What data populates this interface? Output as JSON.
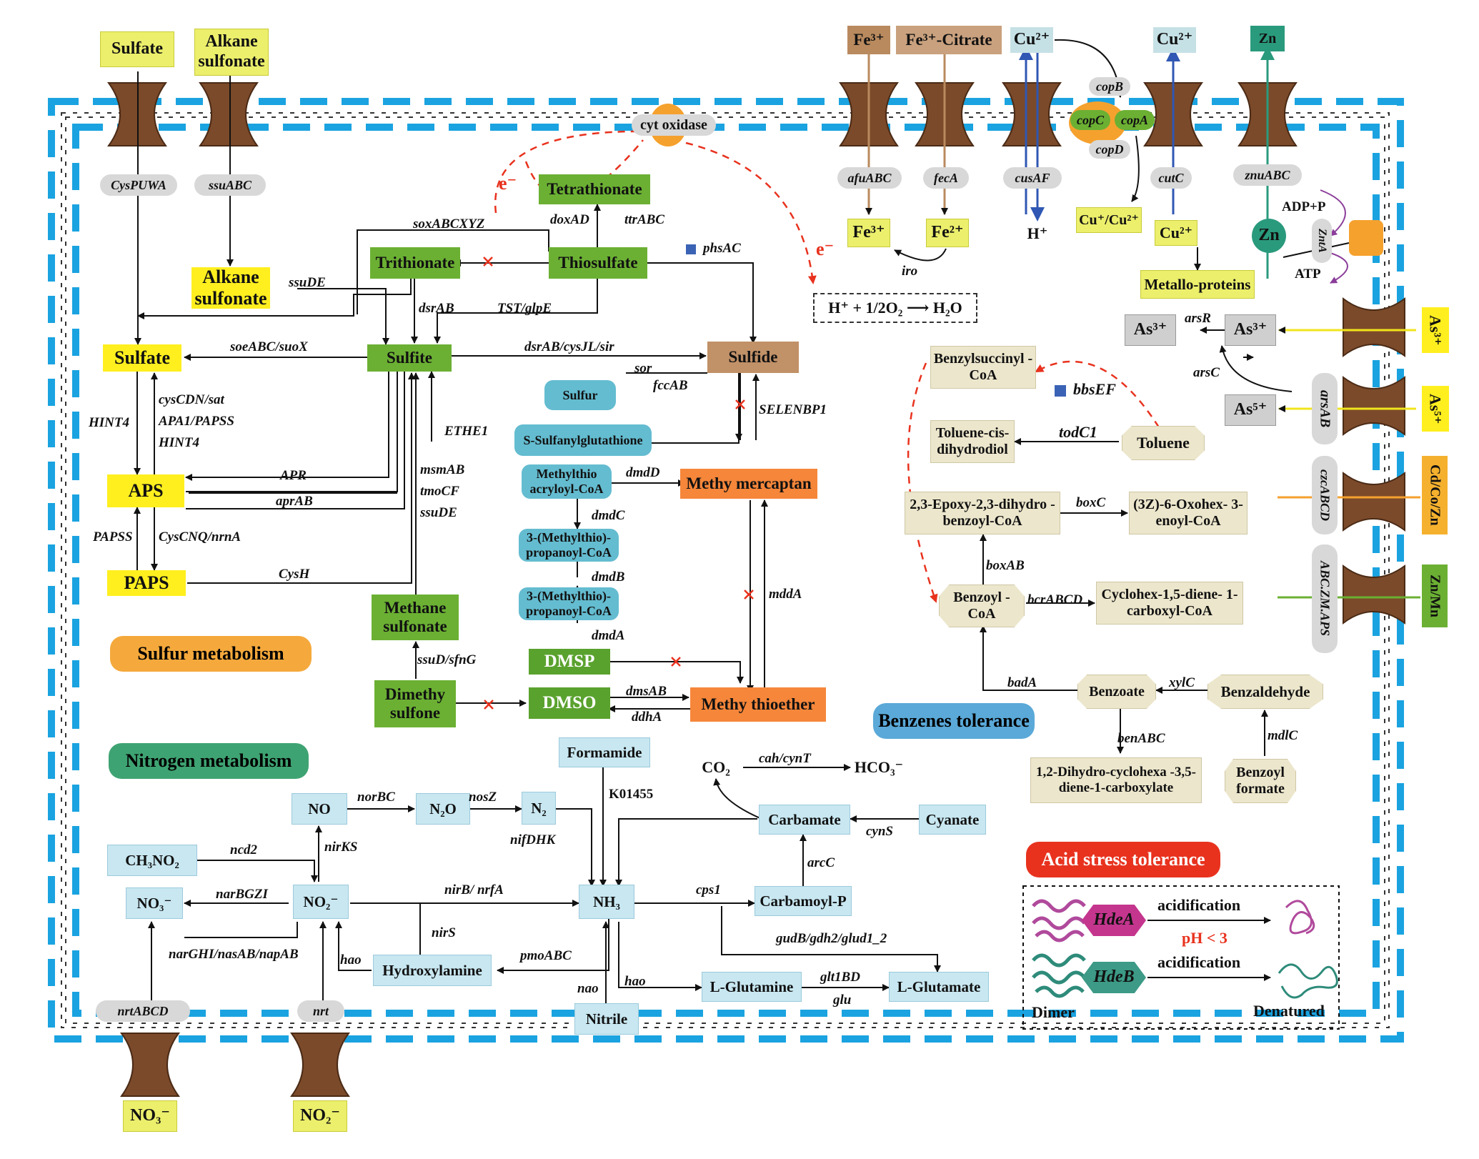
{
  "nodes": {
    "sulfate_out": "Sulfate",
    "alkane_sulfonate_out": "Alkane sulfonate",
    "alkane_sulfonate_in": "Alkane sulfonate",
    "sulfate": "Sulfate",
    "sulfite": "Sulfite",
    "sulfide": "Sulfide",
    "aps": "APS",
    "paps": "PAPS",
    "trithionate": "Trithionate",
    "thiosulfate": "Thiosulfate",
    "tetrathionate": "Tetrathionate",
    "sulfur": "Sulfur",
    "s_sulfanylglutathione": "S-Sulfanylglutathione",
    "methylthio_acryloyl": "Methylthio acryloyl-CoA",
    "methylthio_propanoyl_1": "3-(Methylthio)-propanoyl-CoA",
    "methylthio_propanoyl_2": "3-(Methylthio)-propanoyl-CoA",
    "methy_mercaptan": "Methy mercaptan",
    "methane_sulfonate": "Methane sulfonate",
    "dmsp": "DMSP",
    "dmso": "DMSO",
    "dimethy_sulfone": "Dimethy sulfone",
    "methy_thioether": "Methy thioether",
    "cyt_oxidase": "cyt oxidase",
    "water_eq": "H⁺ + 1/2O₂ ⟶ H₂O",
    "fe3_out": "Fe³⁺",
    "fe3_citrate": "Fe³⁺-Citrate",
    "fe3_in": "Fe³⁺",
    "fe2_in": "Fe²⁺",
    "cu2_out_1": "Cu²⁺",
    "cu2_out_2": "Cu²⁺",
    "cu_in": "Cu⁺/Cu²⁺",
    "cu2_in": "Cu²⁺",
    "metallo_proteins": "Metallo-proteins",
    "zn_out": "Zn",
    "zn_in": "Zn",
    "h_plus": "H⁺",
    "adp": "ADP+P",
    "atp": "ATP",
    "as3_left": "As³⁺",
    "as3_mid": "As³⁺",
    "as5_mid": "As⁵⁺",
    "as3_out": "As³⁺",
    "as5_out": "As⁵⁺",
    "cd_co_zn": "Cd/Co/Zn",
    "zn_mn": "Zn/Mn",
    "benzylsuccinyl": "Benzylsuccinyl -CoA",
    "toluene_cis": "Toluene-cis- dihydrodiol",
    "toluene": "Toluene",
    "epoxy": "2,3-Epoxy-2,3-dihydro -benzoyl-CoA",
    "oxohex": "(3Z)-6-Oxohex- 3-enoyl-CoA",
    "benzoyl_coa": "Benzoyl -CoA",
    "cyclohex": "Cyclohex-1,5-diene- 1-carboxyl-CoA",
    "benzoate": "Benzoate",
    "benzaldehyde": "Benzaldehyde",
    "dihydro_cyclohexa": "1,2-Dihydro-cyclohexa -3,5-diene-1-carboxylate",
    "benzoyl_formate": "Benzoyl formate",
    "formamide": "Formamide",
    "co2": "CO₂",
    "hco3": "HCO₃⁻",
    "carbamate": "Carbamate",
    "cyanate": "Cyanate",
    "carbamoyl_p": "Carbamoyl-P",
    "no": "NO",
    "n2o": "N₂O",
    "n2": "N₂",
    "ch3no2": "CH₃NO₂",
    "no3": "NO₃⁻",
    "no2": "NO₂⁻",
    "nh3": "NH₃",
    "hydroxylamine": "Hydroxylamine",
    "l_glutamine": "L-Glutamine",
    "l_glutamate": "L-Glutamate",
    "nitrile": "Nitrile",
    "no3_out": "NO₃⁻",
    "no2_out": "NO₂⁻"
  },
  "enzymes": {
    "cyspuwa": "CysPUWA",
    "ssuabc": "ssuABC",
    "ssude": "ssuDE",
    "soxabcxyz": "soxABCXYZ",
    "doxad": "doxAD",
    "ttrabc": "ttrABC",
    "phsac": "phsAC",
    "dsrab": "dsrAB",
    "tst": "TST/glpE",
    "soeabc": "soeABC/suoX",
    "dsrab_cysjl": "dsrAB/cysJL/sir",
    "sor": "sor",
    "fccab": "fccAB",
    "selenbp1": "SELENBP1",
    "ethe1": "ETHE1",
    "cyscdn": "cysCDN/sat",
    "apa1": "APA1/PAPSS",
    "hint4_a": "HINT4",
    "hint4_b": "HINT4",
    "apr": "APR",
    "aprab": "aprAB",
    "msmab": "msmAB",
    "tmocf": "tmoCF",
    "ssude2": "ssuDE",
    "dmdd": "dmdD",
    "dmdc": "dmdC",
    "dmdb": "dmdB",
    "dmda": "dmdA",
    "papss": "PAPSS",
    "cyscnq": "CysCNQ/nrnA",
    "cysh": "CysH",
    "ssud_sfng": "ssuD/sfnG",
    "mdda": "mddA",
    "dmsab": "dmsAB",
    "ddha": "ddhA",
    "afuabc": "afuABC",
    "feca": "fecA",
    "cusaf": "cusAF",
    "copb": "copB",
    "copc": "copC",
    "copa": "copA",
    "copd": "copD",
    "cutc": "cutC",
    "znuabc": "znuABC",
    "zntA": "ZntA",
    "iro": "iro",
    "arsr": "arsR",
    "arsc": "arsC",
    "arsab": "arsAB",
    "czcabcd": "czcABCD",
    "abczmaps": "ABC.ZM.APS",
    "bbsef": "bbsEF",
    "todc1": "todC1",
    "boxc": "boxC",
    "boxab": "boxAB",
    "bcrabcd": "bcrABCD",
    "bada": "badA",
    "xylc": "xylC",
    "benabc": "benABC",
    "mdlc": "mdlC",
    "cah": "cah/cynT",
    "cyns": "cynS",
    "arcc": "arcC",
    "cps1": "cps1",
    "k01455": "K01455",
    "norbc": "norBC",
    "nosz": "nosZ",
    "nifdhk": "nifDHK",
    "nirks": "nirKS",
    "ncd2": "ncd2",
    "narbgzi": "narBGZI",
    "nirb": "nirB/ nrfA",
    "narghi": "narGHI/nasAB/napAB",
    "hao_a": "hao",
    "nirs": "nirS",
    "pmoabc": "pmoABC",
    "nao": "nao",
    "hao_b": "hao",
    "glt1bd": "glt1BD",
    "glu": "glu",
    "gudb": "gudB/gdh2/glud1_2",
    "nrtabcd": "nrtABCD",
    "nrt": "nrt",
    "hdea": "HdeA",
    "hdeb": "HdeB",
    "e1": "e⁻",
    "e2": "e⁻"
  },
  "sections": {
    "sulfur": "Sulfur metabolism",
    "nitrogen": "Nitrogen metabolism",
    "benzenes": "Benzenes  tolerance",
    "acid": "Acid stress tolerance"
  },
  "acid_box": {
    "acidification_1": "acidification",
    "acidification_2": "acidification",
    "ph": "pH < 3",
    "dimer": "Dimer",
    "denatured": "Denatured"
  },
  "colors": {
    "membrane": "#1aa3e0",
    "transporter": "#7b4a2a",
    "inhibition": "#e8321e",
    "electron_flow": "#e8321e"
  }
}
